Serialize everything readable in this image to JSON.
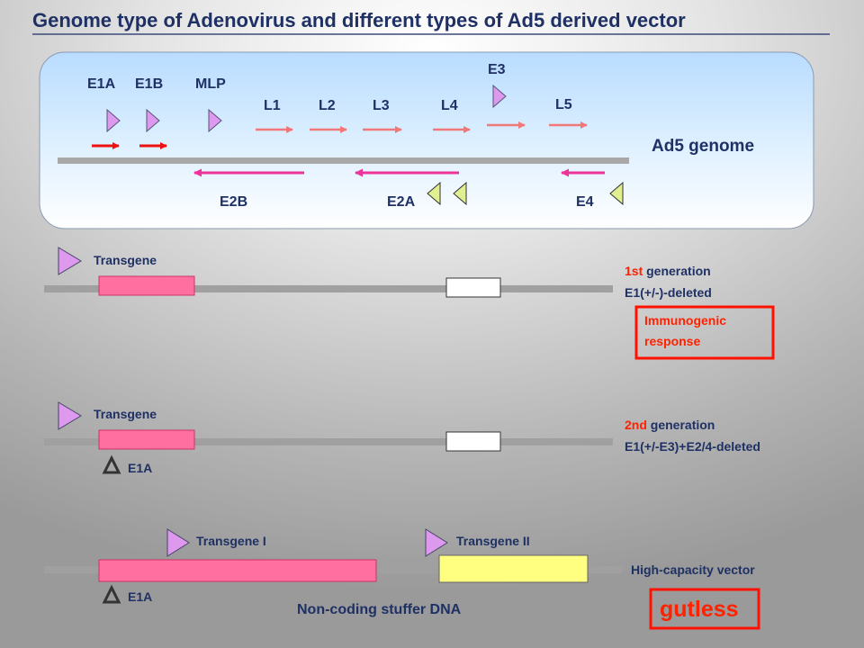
{
  "title": "Genome type of Adenovirus and different types of Ad5 derived vector",
  "genome": {
    "label": "Ad5 genome",
    "genes": {
      "e1a": "E1A",
      "e1b": "E1B",
      "mlp": "MLP",
      "e3": "E3",
      "l1": "L1",
      "l2": "L2",
      "l3": "L3",
      "l4": "L4",
      "l5": "L5",
      "e2b": "E2B",
      "e2a": "E2A",
      "e4": "E4"
    }
  },
  "first_gen": {
    "transgene": "Transgene",
    "gen_prefix": "1st",
    "gen_suffix": " generation",
    "deletion": "E1(+/-)-deleted",
    "note_line1": "Immunogenic",
    "note_line2": "response"
  },
  "second_gen": {
    "transgene": "Transgene",
    "delta_label": "E1A",
    "gen_prefix": "2nd",
    "gen_suffix": " generation",
    "deletion": "E1(+/-E3)+E2/4-deleted"
  },
  "high_capacity": {
    "transgene_1": "Transgene I",
    "transgene_2": "Transgene II",
    "delta_label": "E1A",
    "stuffer": "Non-coding stuffer DNA",
    "vector_label": "High-capacity vector",
    "badge": "gutless"
  },
  "colors": {
    "title": "#1f3164",
    "transgene_box": "#ff6fa0",
    "transgene_ii_box": "#ffff80",
    "promoter": "#dd99ee",
    "promoter_green": "#e0f090",
    "highlight_red": "#ff2200",
    "panel_blue": "#d8ecff"
  }
}
